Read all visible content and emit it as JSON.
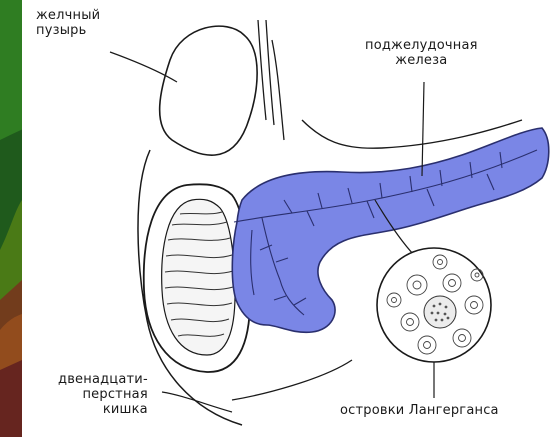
{
  "labels": {
    "gallbladder_line1": "желчный",
    "gallbladder_line2": "пузырь",
    "pancreas_line1": "поджелудочная",
    "pancreas_line2": "железа",
    "duodenum_line1": "двенадцати-",
    "duodenum_line2": "перстная",
    "duodenum_line3": "кишка",
    "islets": "островки Лангерганса"
  },
  "colors": {
    "background": "#1f5a1c",
    "panel": "#ffffff",
    "pancreas_fill": "#7a86e6",
    "pancreas_stroke": "#2a2f6e",
    "line": "#1a1a1a"
  }
}
